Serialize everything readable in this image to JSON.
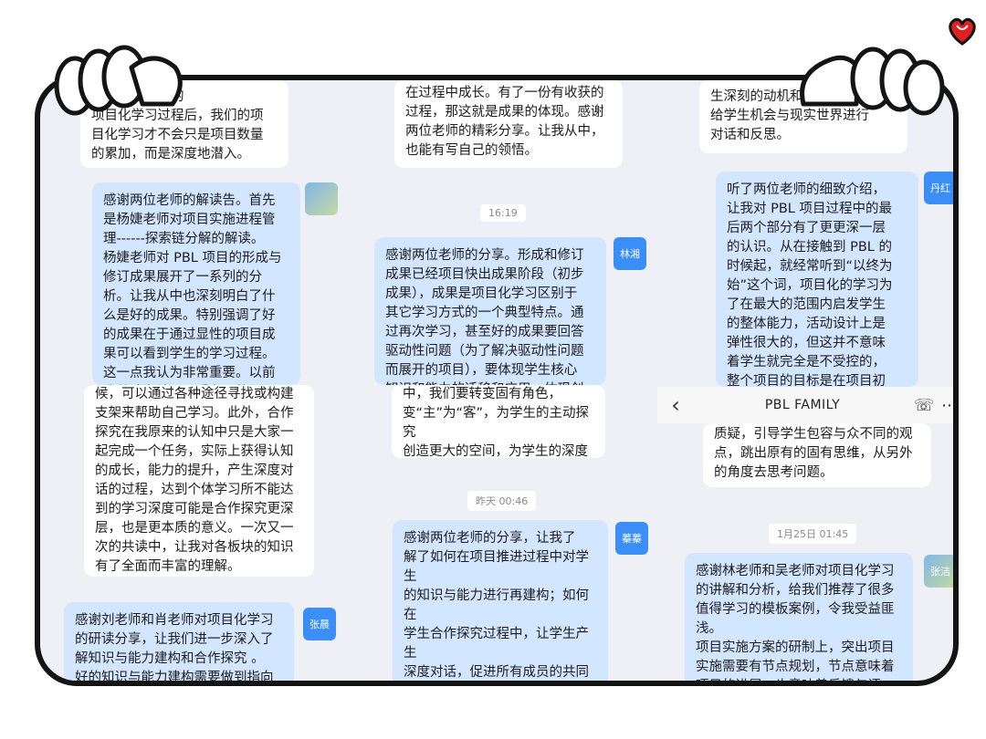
{
  "chat_header": {
    "title": "PBL FAMILY",
    "back_icon": "chevron-left-icon",
    "call_icon": "phone-icon",
    "more_icon": "more-dots-icon"
  },
  "timestamps": {
    "t1": "16:19",
    "t2": "昨天 00:46",
    "t3": "1月25日 01:45"
  },
  "avatars": {
    "a1": "林湘",
    "a2": "丹红",
    "a3": "蓁蓁",
    "a4": "张晨",
    "a5": "张洁"
  },
  "messages": {
    "m1": "经历这些完整的\n项目化学习过程后，我们的项\n目化学习才不会只是项目数量\n的累加，而是深度地潜入。",
    "m2": "在过程中成长。有了一份有收获的\n过程，那这就是成果的体现。感谢\n两位老师的精彩分享。让我从中，\n也能有写自己的领悟。",
    "m3": "生深刻的动机和仪\n给学生机会与现实世界进行\n对话和反思。",
    "m4": "感谢两位老师的解读告。首先\n是杨婕老师对项目实施进程管\n理------探索链分解的解读。\n杨婕老师对 PBL 项目的形成与\n修订成果展开了一系列的分\n析。让我从中也深刻明白了什\n么是好的成果。特别强调了好\n的成果在于通过显性的项目成\n果可以看到学生的学习过程。\n这一点我认为非常重要。以前\n我总认为结果只重在里的展",
    "m5": "感谢两位老师的分享。形成和修订\n成果已经项目快出成果阶段（初步\n成果），成果是项目化学习区别于\n其它学习方式的一个典型特点。通\n过再次学习，甚至好的成果要回答\n驱动性问题（为了解决驱动性问题\n而展开的项目），要体现学生核心\n知识和能力的迁移和应用。体现创",
    "m6": "听了两位老师的细致介绍，\n让我对 PBL 项目过程中的最\n后两个部分有了更更深一层\n的认识。从在接触到 PBL 的\n时候起，就经常听到“以终为\n始”这个词，项目化的学习为\n了在最大的范围内启发学生\n的整体能力，活动设计上是\n弹性很大的，但这并不意味\n着学生就完全是不受控的，\n整个项目的目标是在项目初\n期就已经确定好的",
    "m7": "候，可以通过各种途径寻找或构建\n支架来帮助自己学习。此外，合作\n探究在我原来的认知中只是大家一\n起完成一个任务，实际上获得认知\n的成长，能力的提升，产生深度对\n话的过程，达到个体学习所不能达\n到的学习深度可能是合作探究更深\n层，也是更本质的意义。一次又一\n次的共读中，让我对各板块的知识\n有了全面而丰富的理解。",
    "m8": "中，我们要转变固有角色，\n变“主”为“客”，为学生的主动探究\n创造更大的空间，为学生的深度发\n展提供更有效的支持。",
    "m9": "质疑，引导学生包容与众不同的观\n点，跳出原有的固有思维，从另外\n的角度去思考问题。",
    "m10": "    感谢两位老师的分享，让我了\n解了如何在项目推进过程中对学生\n的知识与能力进行再建构；如何在\n学生合作探究过程中，让学生产生\n深度对话，促进所有成员的共同成\n长。\n    项目化学习是让学生建构并生\n成自己的知识的过程。刘老师和我\n们分享了什么好的只是与能力建",
    "m11": "感谢刘老师和肖老师对项目化学习\n的研读分享，让我们进一步深入了\n解知识与能力建构和合作探究 。\n好的知识与能力建构需要做到指向",
    "m12": "感谢林老师和吴老师对项目化学习\n的讲解和分析，给我们推荐了很多\n值得学习的模板案例，令我受益匪\n浅。\n项目实施方案的研制上，突出项目\n实施需要有节点规划，节点意味着\n项目的进展，也意味着反馈与评"
  },
  "colors": {
    "frame": "#141414",
    "bubble_blue": "#d3e6ff",
    "avatar_blue": "#3a8ef5",
    "heart": "#e02020"
  }
}
